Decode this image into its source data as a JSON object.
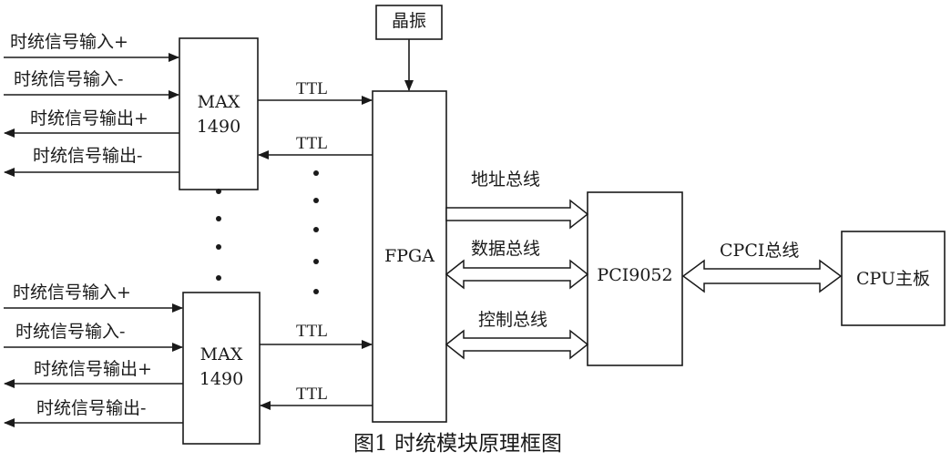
{
  "diagram": {
    "crystal_label": "晶振",
    "fpga_label": "FPGA",
    "max_top": {
      "line1": "MAX",
      "line2": "1490"
    },
    "max_bottom": {
      "line1": "MAX",
      "line2": "1490"
    },
    "pci_label": "PCI9052",
    "cpu_label": "CPU主板",
    "ttl_labels": [
      "TTL",
      "TTL",
      "TTL",
      "TTL"
    ],
    "io_top": [
      "时统信号输入+",
      "时统信号输入-",
      "时统信号输出+",
      "时统信号输出-"
    ],
    "io_bottom": [
      "时统信号输入+",
      "时统信号输入-",
      "时统信号输出+",
      "时统信号输出-"
    ],
    "buses": {
      "address": "地址总线",
      "data": "数据总线",
      "control": "控制总线",
      "cpci": "CPCI总线"
    },
    "caption": "图1  时统模块原理框图"
  }
}
